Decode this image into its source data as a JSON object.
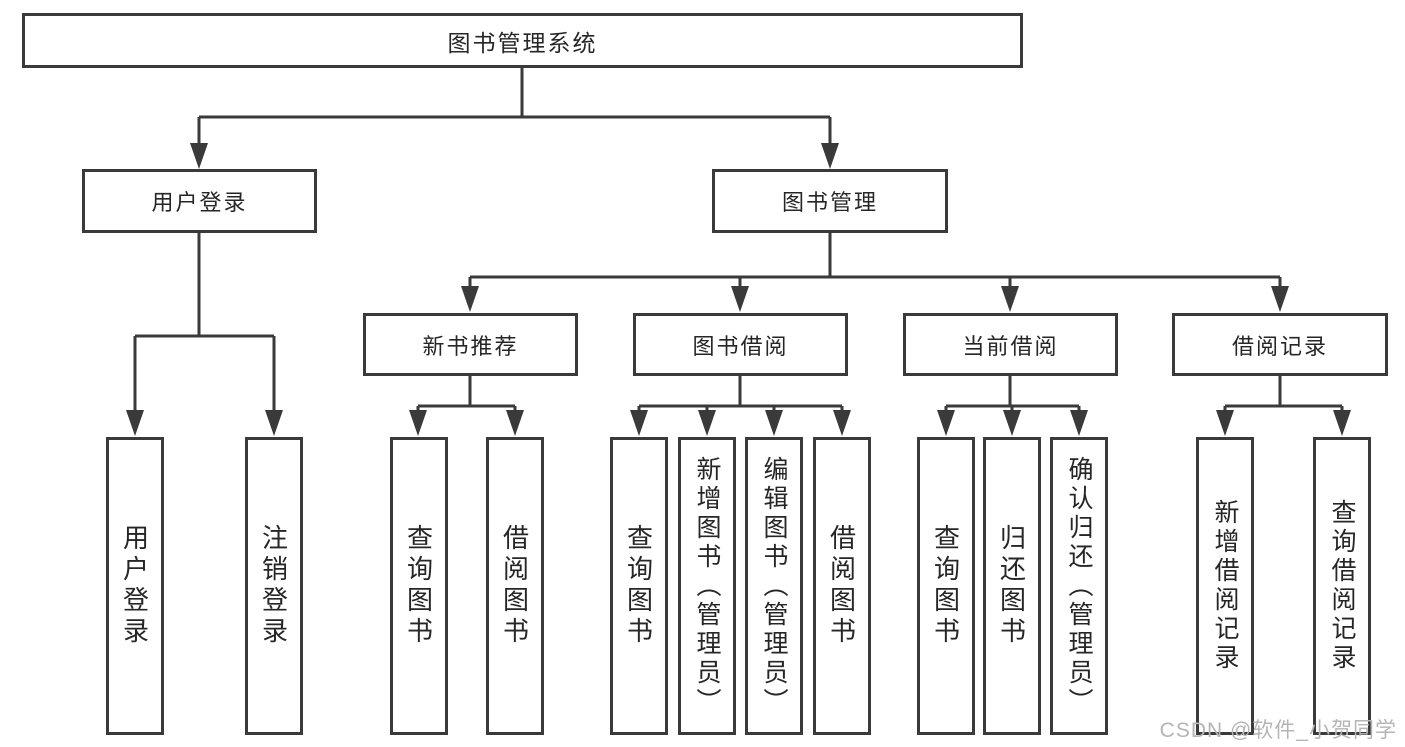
{
  "diagram": {
    "root_label": "图书管理系统",
    "branches": [
      {
        "label": "用户登录",
        "children": [
          {
            "label": "用户登录"
          },
          {
            "label": "注销登录"
          }
        ]
      },
      {
        "label": "图书管理",
        "children": [
          {
            "label": "新书推荐",
            "children": [
              {
                "label": "查询图书"
              },
              {
                "label": "借阅图书"
              }
            ]
          },
          {
            "label": "图书借阅",
            "children": [
              {
                "label": "查询图书"
              },
              {
                "label": "新增图书（管理员）"
              },
              {
                "label": "编辑图书（管理员）"
              },
              {
                "label": "借阅图书"
              }
            ]
          },
          {
            "label": "当前借阅",
            "children": [
              {
                "label": "查询图书"
              },
              {
                "label": "归还图书"
              },
              {
                "label": "确认归还（管理员）"
              }
            ]
          },
          {
            "label": "借阅记录",
            "children": [
              {
                "label": "新增借阅记录"
              },
              {
                "label": "查询借阅记录"
              }
            ]
          }
        ]
      }
    ]
  },
  "watermark": {
    "text": "CSDN @软件_小贺同学"
  },
  "colors": {
    "line": "#3a3a3a",
    "text": "#262626",
    "watermark": "#b5b5b5",
    "background": "#ffffff"
  }
}
